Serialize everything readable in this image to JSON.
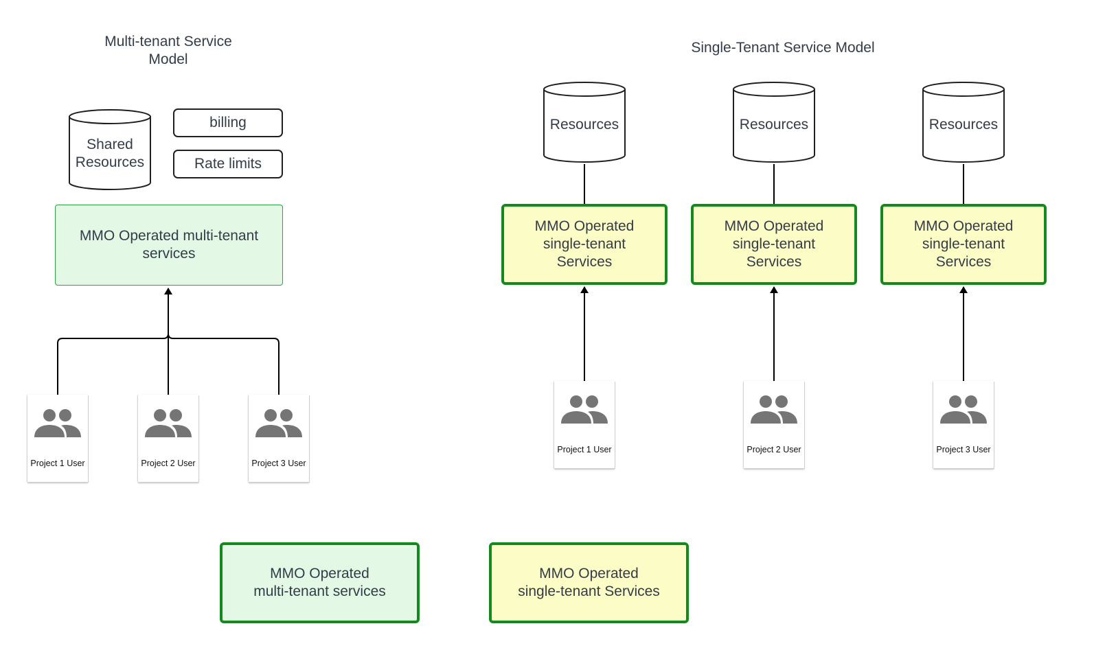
{
  "multi": {
    "title": "Multi-tenant Service\nModel",
    "shared_resources": "Shared\nResources",
    "billing": "billing",
    "rate_limits": "Rate limits",
    "service": "MMO Operated multi-tenant\nservices",
    "users": [
      "Project 1 User",
      "Project 2 User",
      "Project 3 User"
    ]
  },
  "single": {
    "title": "Single-Tenant Service Model",
    "columns": [
      {
        "resource": "Resources",
        "service": "MMO Operated\nsingle-tenant\nServices",
        "user": "Project 1 User"
      },
      {
        "resource": "Resources",
        "service": "MMO Operated\nsingle-tenant\nServices",
        "user": "Project 2 User"
      },
      {
        "resource": "Resources",
        "service": "MMO Operated\nsingle-tenant\nServices",
        "user": "Project 3 User"
      }
    ]
  },
  "legend": {
    "multi": "MMO Operated\nmulti-tenant services",
    "single": "MMO Operated\nsingle-tenant Services"
  },
  "colors": {
    "multi_fill": "#e3f9e5",
    "single_fill": "#fcfcc7",
    "border_green": "#128a1e",
    "icon_gray": "#757575"
  },
  "icons": [
    "people-icon",
    "database-cylinder"
  ]
}
